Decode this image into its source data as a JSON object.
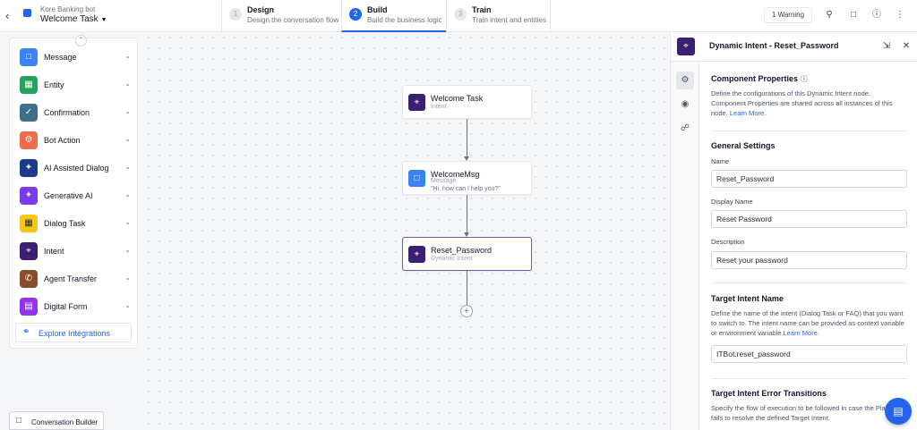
{
  "header": {
    "bot_name": "Kore Banking bot",
    "task_name": "Welcome Task",
    "steps": [
      {
        "num": "1",
        "title": "Design",
        "subtitle": "Design the conversation flow"
      },
      {
        "num": "2",
        "title": "Build",
        "subtitle": "Build the business logic"
      },
      {
        "num": "3",
        "title": "Train",
        "subtitle": "Train intent and entities"
      }
    ],
    "warning": "1 Warning"
  },
  "palette": {
    "items": [
      {
        "label": "Message",
        "color": "#3b82f6",
        "icon": "message-icon"
      },
      {
        "label": "Entity",
        "color": "#22a55a",
        "icon": "entity-icon"
      },
      {
        "label": "Confirmation",
        "color": "#3d6e8a",
        "icon": "confirmation-icon"
      },
      {
        "label": "Bot Action",
        "color": "#f26b4b",
        "icon": "bot-action-icon"
      },
      {
        "label": "AI Assisted Dialog",
        "color": "#1e3a8a",
        "icon": "ai-dialog-icon"
      },
      {
        "label": "Generative AI",
        "color": "#7c3aed",
        "icon": "generative-ai-icon"
      },
      {
        "label": "Dialog Task",
        "color": "#f5c518",
        "icon": "dialog-task-icon"
      },
      {
        "label": "Intent",
        "color": "#3b1f70",
        "icon": "intent-icon"
      },
      {
        "label": "Agent Transfer",
        "color": "#8a4b2a",
        "icon": "agent-transfer-icon"
      },
      {
        "label": "Digital Form",
        "color": "#9333ea",
        "icon": "digital-form-icon"
      }
    ],
    "explore": "Explore Integrations"
  },
  "nodes": [
    {
      "title": "Welcome Task",
      "subtitle": "Intent",
      "message": "",
      "color": "#3b1f70"
    },
    {
      "title": "WelcomeMsg",
      "subtitle": "Message",
      "message": "\"Hi, how can I help you?\"",
      "color": "#3b82f6"
    },
    {
      "title": "Reset_Password",
      "subtitle": "Dynamic Intent",
      "message": "",
      "color": "#3b1f70"
    }
  ],
  "footer": {
    "conversation_builder": "Conversation Builder"
  },
  "panel": {
    "title": "Dynamic Intent - Reset_Password",
    "component_properties": {
      "title": "Component Properties",
      "desc": "Define the configurations of this Dynamic Intent node. Component Properties are shared across all instances of this node.",
      "link": "Learn More."
    },
    "general_settings": {
      "title": "General Settings",
      "name_label": "Name",
      "name_value": "Reset_Password",
      "display_label": "Display Name",
      "display_value": "Reset Password",
      "desc_label": "Description",
      "desc_value": "Reset your password"
    },
    "target_intent": {
      "title": "Target Intent Name",
      "desc": "Define the name of the intent (Dialog Task or FAQ) that you want to switch to. The intent name can be provided as context variable or environment variable.",
      "link": "Learn More.",
      "value": "ITBot.reset_password"
    },
    "error_transitions": {
      "title": "Target Intent Error Transitions",
      "desc": "Specify the flow of execution to be followed in case the Platform fails to resolve the defined Target Intent."
    }
  }
}
